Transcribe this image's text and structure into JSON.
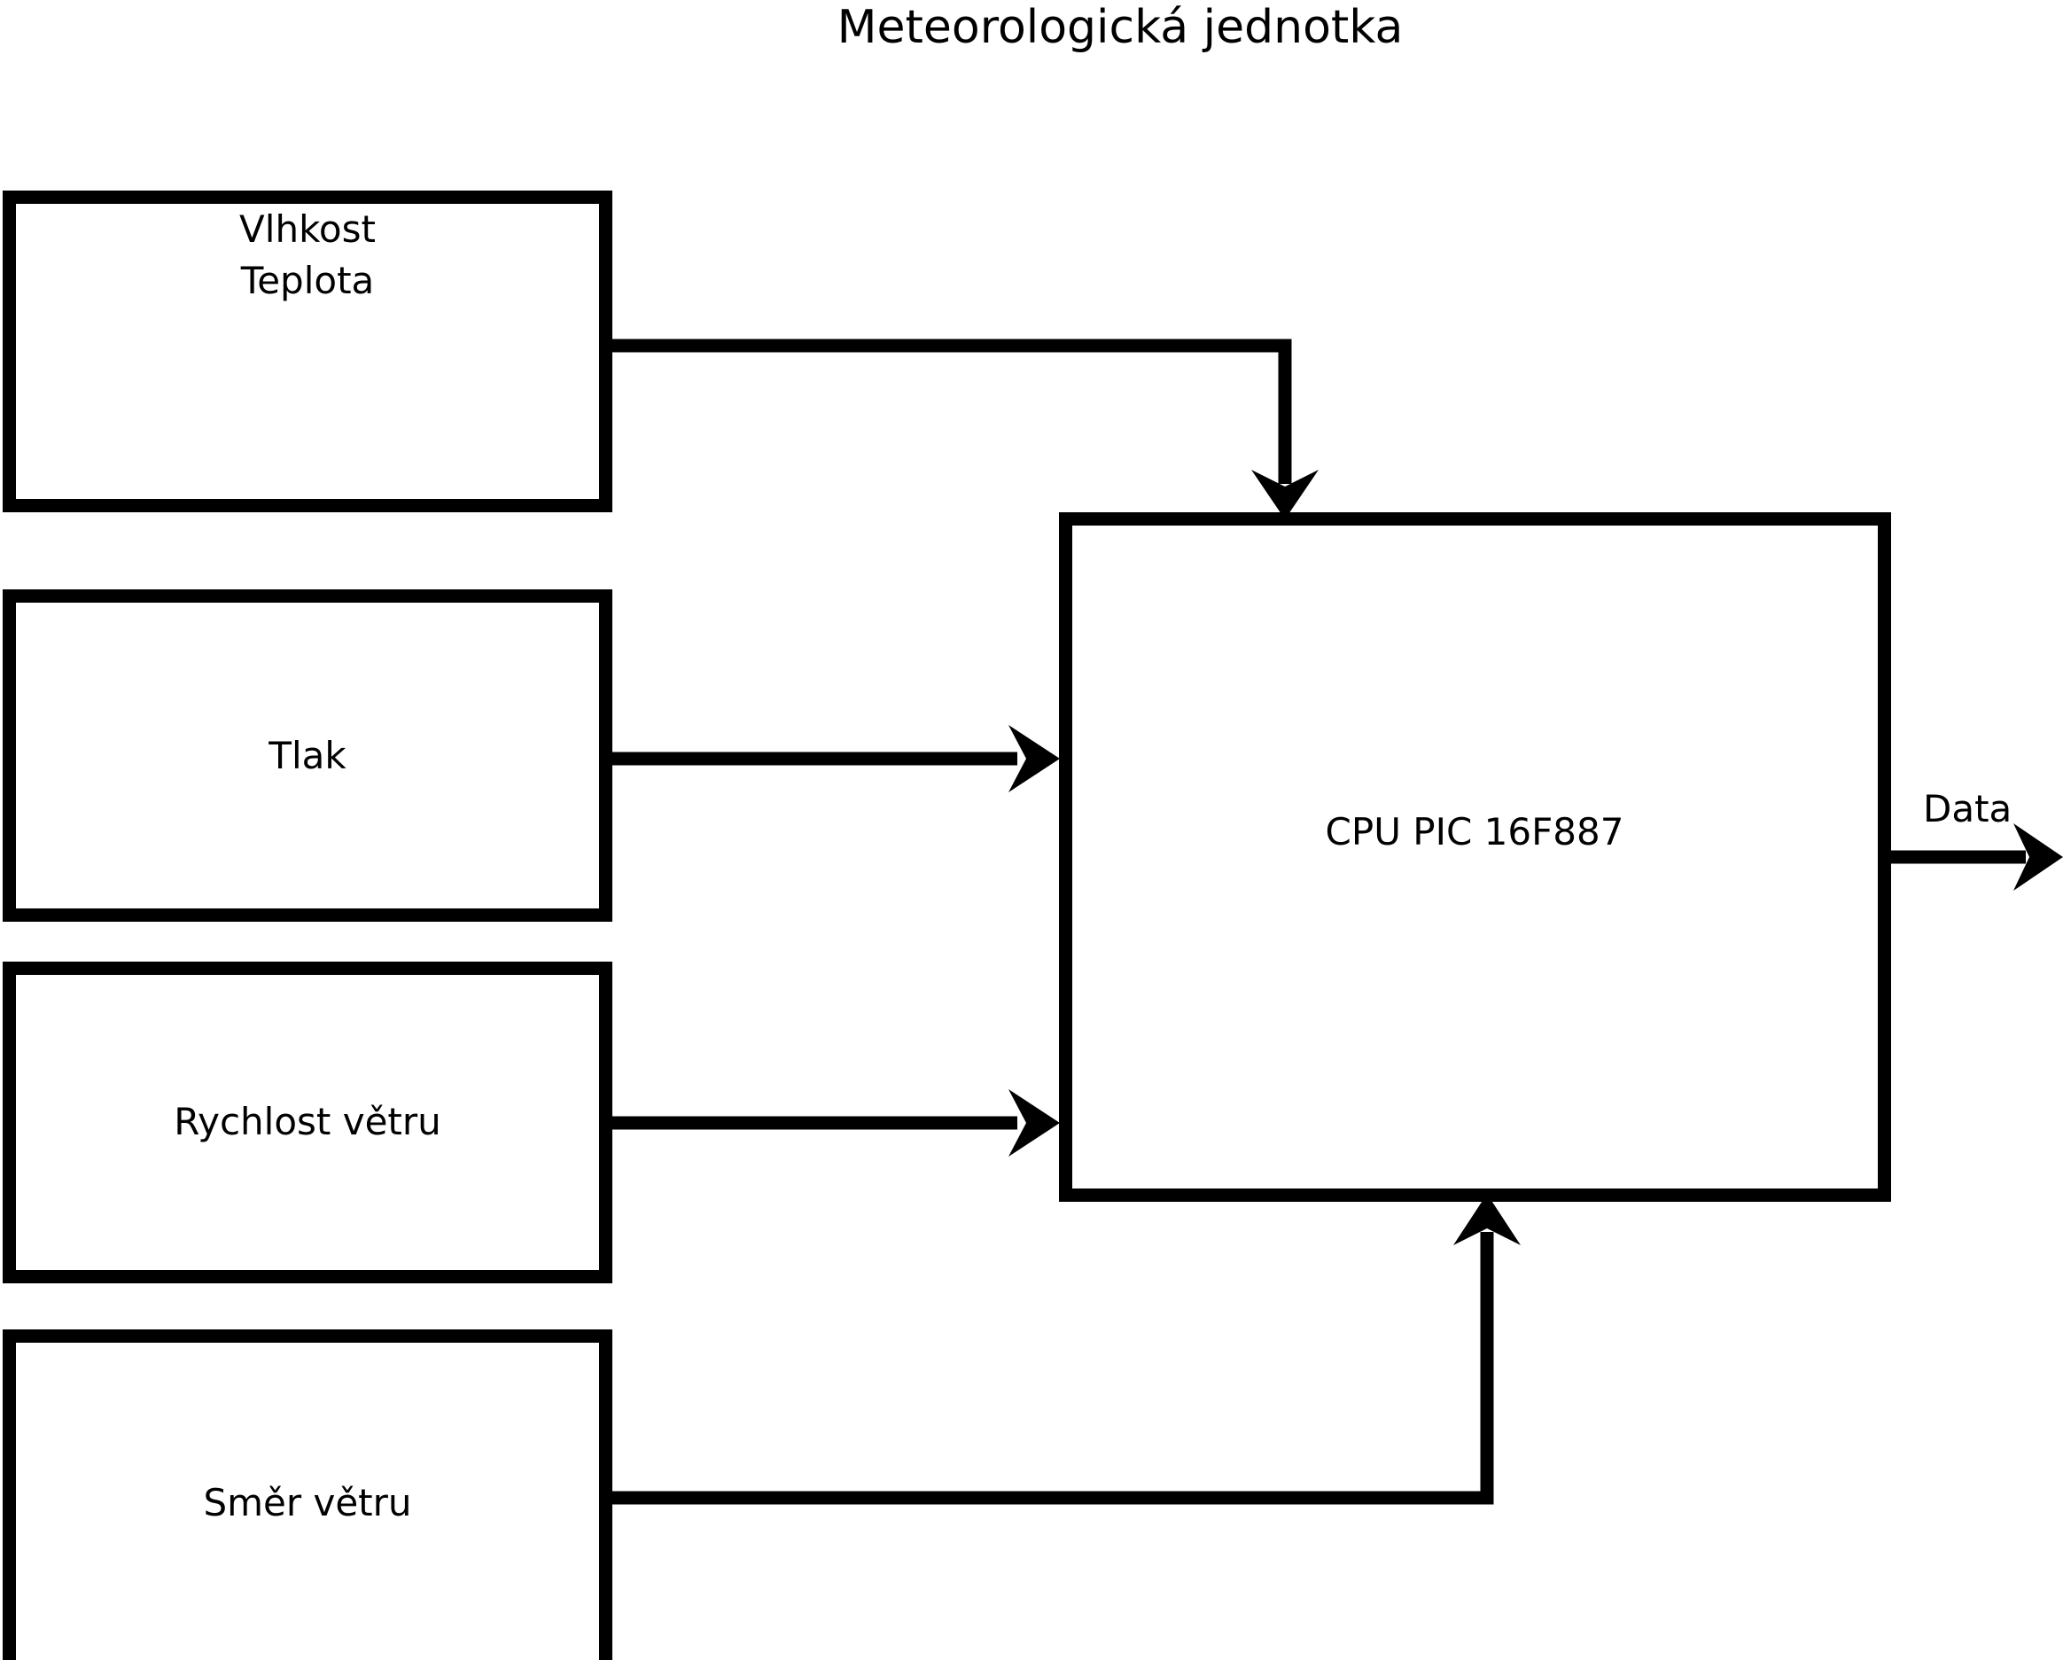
{
  "title": "Meteorologická jednotka",
  "blocks": [
    {
      "id": "sensor-humidity-temperature",
      "line1": "Vlhkost",
      "line2": "Teplota"
    },
    {
      "id": "sensor-pressure",
      "line1": "Tlak",
      "line2": ""
    },
    {
      "id": "sensor-wind-speed",
      "line1": "Rychlost větru",
      "line2": ""
    },
    {
      "id": "sensor-wind-direction",
      "line1": "Směr větru",
      "line2": ""
    }
  ],
  "cpu": {
    "label": "CPU PIC 16F887"
  },
  "output": {
    "label": "Data"
  },
  "colors": {
    "stroke": "#000000",
    "fill": "#ffffff",
    "background": "#ffffff"
  }
}
